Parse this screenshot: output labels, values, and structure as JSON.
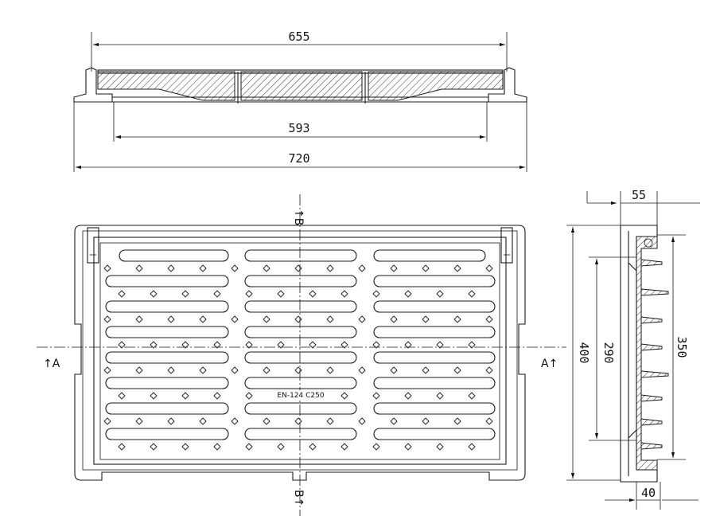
{
  "top_view": {
    "dim_top": "655",
    "dim_inner": "593",
    "dim_overall": "720"
  },
  "plan_view": {
    "section_a_left": "↑A",
    "section_a_right": "A↑",
    "section_b_top": "↑B",
    "section_b_bottom": "B↑",
    "marking": "EN-124 C250"
  },
  "side_view": {
    "dim_width_top": "55",
    "dim_width_bottom": "40",
    "dim_height_outer": "400",
    "dim_height_inner": "290",
    "dim_height_mid": "350"
  }
}
